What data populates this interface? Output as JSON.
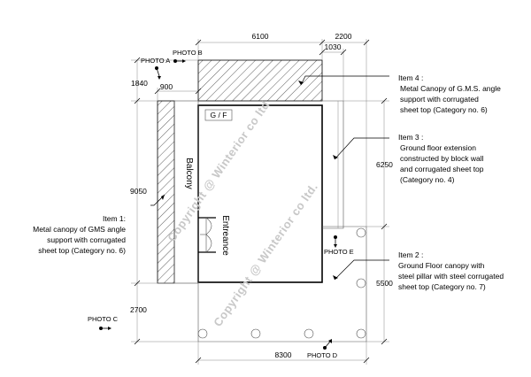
{
  "dimensions": {
    "top_6100": "6100",
    "top_2200": "2200",
    "top_1030": "1030",
    "left_1840": "1840",
    "left_900": "900",
    "left_9050": "9050",
    "left_2700": "2700",
    "right_6250": "6250",
    "right_5500": "5500",
    "bottom_8300": "8300"
  },
  "photos": {
    "a": "PHOTO A",
    "b": "PHOTO B",
    "c": "PHOTO C",
    "d": "PHOTO D",
    "e": "PHOTO E"
  },
  "rooms": {
    "gf": "G / F",
    "balcony": "Balcony",
    "entrance": "Entreance"
  },
  "items": {
    "item1": [
      "Item 1:",
      "Metal canopy of GMS angle",
      "support with corrugated",
      "sheet top (Category no. 6)"
    ],
    "item2": [
      "Item 2 :",
      "Ground Floor canopy with",
      "steel pillar with steel corrugated",
      "sheet top (Category no. 7)"
    ],
    "item3": [
      "Item 3 :",
      "Ground floor extension",
      "constructed by block wall",
      "and corrugated sheet top",
      "(Category no. 4)"
    ],
    "item4": [
      "Item 4 :",
      "Metal Canopy of G.M.S. angle",
      "support with corrugated",
      "sheet top (Category no. 6)"
    ]
  },
  "watermark": {
    "line1": "Copyright @ Winterior co ltd",
    "line2": "Copyright @ Winterior co ltd."
  }
}
